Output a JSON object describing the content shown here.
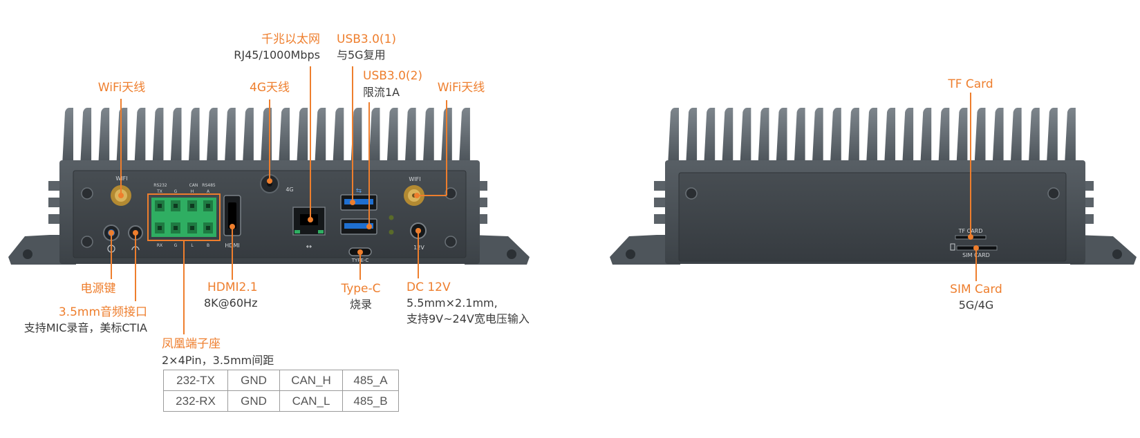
{
  "front": {
    "port_marks": {
      "wifi_left": "WIFI",
      "rs232": "RS232",
      "tx": "TX",
      "g1": "G",
      "can": "CAN",
      "h": "H",
      "rs485": "RS485",
      "a": "A",
      "rx": "RX",
      "g2": "G",
      "l": "L",
      "b": "B",
      "hdmi": "HDMI",
      "four_g": "4G",
      "type_c": "TYPE-C",
      "wifi_right": "WIFI",
      "twelve_v": "12V",
      "ethernet_glyph": "↔",
      "usb_glyph": "⇆"
    },
    "callouts": {
      "wifi_left_title": "WiFi天线",
      "four_g_title": "4G天线",
      "ethernet_title": "千兆以太网",
      "ethernet_sub": "RJ45/1000Mbps",
      "usb1_title": "USB3.0(1)",
      "usb1_sub": "与5G复用",
      "usb2_title": "USB3.0(2)",
      "usb2_sub": "限流1A",
      "wifi_right_title": "WiFi天线",
      "power_title": "电源键",
      "audio_title": "3.5mm音频接口",
      "audio_sub": "支持MIC录音，美标CTIA",
      "terminal_title": "凤凰端子座",
      "terminal_sub": "2×4Pin，3.5mm间距",
      "hdmi_title": "HDMI2.1",
      "hdmi_sub": "8K@60Hz",
      "typec_title": "Type-C",
      "typec_sub": "烧录",
      "dc_title": "DC 12V",
      "dc_sub1": "5.5mm×2.1mm,",
      "dc_sub2": "支持9V~24V宽电压输入"
    },
    "pin_table": [
      [
        "232-TX",
        "GND",
        "CAN_H",
        "485_A"
      ],
      [
        "232-RX",
        "GND",
        "CAN_L",
        "485_B"
      ]
    ]
  },
  "back": {
    "port_marks": {
      "tf": "TF CARD",
      "sim": "SIM CARD"
    },
    "callouts": {
      "tf_title": "TF Card",
      "sim_title": "SIM Card",
      "sim_sub": "5G/4G"
    }
  },
  "colors": {
    "accent": "#ee7e2d",
    "body": "#4b5157",
    "panel": "#3e4449",
    "terminal": "#2fae62"
  }
}
